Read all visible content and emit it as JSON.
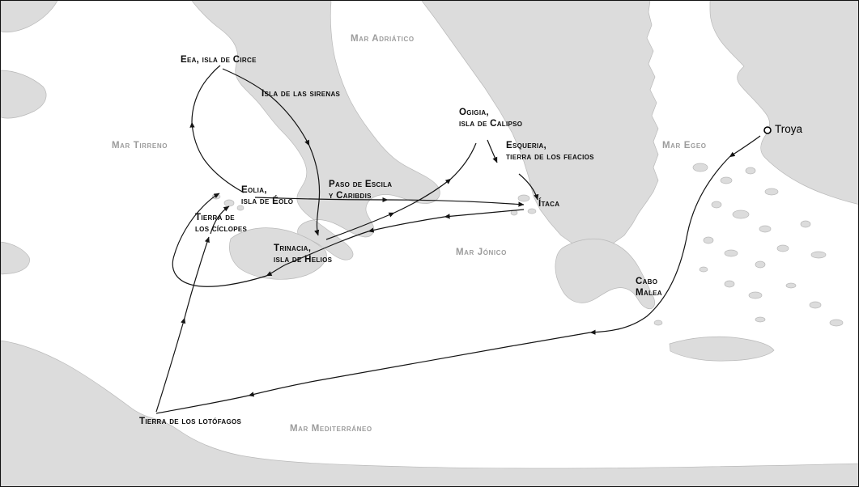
{
  "map": {
    "seas": [
      {
        "label": "Mar Adriático"
      },
      {
        "label": "Mar Tirreno"
      },
      {
        "label": "Mar Egeo"
      },
      {
        "label": "Mar Jónico"
      },
      {
        "label": "Mar Mediterráneo"
      }
    ],
    "places": [
      {
        "label": "Eea, isla de Circe"
      },
      {
        "label": "Isla de las sirenas"
      },
      {
        "label": "Ogigia,\nisla de Calipso"
      },
      {
        "label": "Esqueria,\ntierra de los feacios"
      },
      {
        "label": "Troya"
      },
      {
        "label": "Eolia,\nisla de Éolo"
      },
      {
        "label": "Paso de Escila\ny Caribdis"
      },
      {
        "label": "Ítaca"
      },
      {
        "label": "Tierra de\nlos cíclopes"
      },
      {
        "label": "Trinacia,\nisla de Helios"
      },
      {
        "label": "Cabo\nMalea"
      },
      {
        "label": "Tierra de los lotófagos"
      }
    ],
    "route_sequence": [
      "Troya",
      "Cabo Malea",
      "Tierra de los lotófagos",
      "Tierra de los cíclopes",
      "Eolia, isla de Éolo",
      "Ítaca",
      "Eolia, isla de Éolo",
      "Eea, isla de Circe",
      "Isla de las sirenas",
      "Paso de Escila y Caribdis",
      "Trinacia, isla de Helios",
      "Ogigia, isla de Calipso",
      "Esqueria, tierra de los feacios",
      "Ítaca"
    ],
    "colors": {
      "land": "#dcdcdc",
      "land_border": "#b9b9b9",
      "sea": "#ffffff",
      "route": "#141414",
      "sea_label": "#9c9c9c",
      "place_label": "#0b0b0b"
    }
  }
}
